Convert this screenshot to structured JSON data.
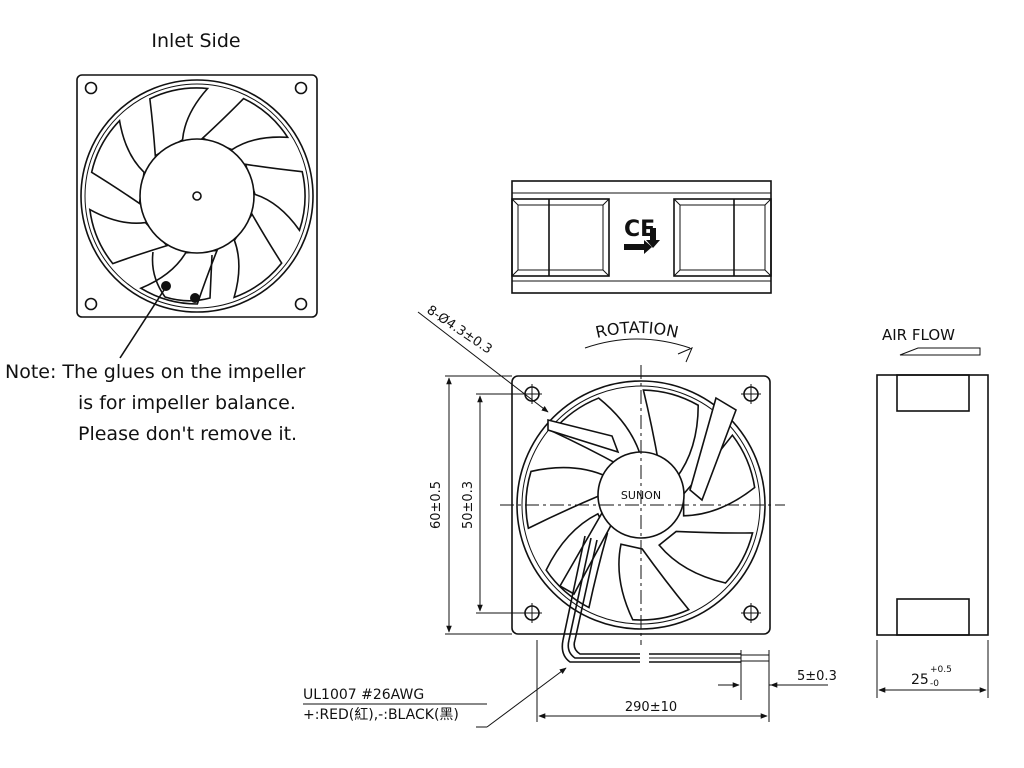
{
  "inlet_view": {
    "title": "Inlet Side",
    "note_lines": [
      "Note: The glues on the impeller",
      "is for impeller balance.",
      "Please don't remove it."
    ]
  },
  "front_view": {
    "hole_spec": "8-Ø4.3±0.3",
    "rotation_label": "ROTATION",
    "brand": "SUNON",
    "dim_outer": "60±0.5",
    "dim_hole_pitch": "50±0.3",
    "wire_spec_line1": "UL1007  #26AWG",
    "wire_spec_line2": "+:RED(紅),-:BLACK(黑)",
    "dim_strip": "5±0.3",
    "dim_lead": "290±10"
  },
  "side_view": {
    "airflow_label": "AIR FLOW",
    "dim_depth": "25",
    "dim_depth_tol_plus": "+0.5",
    "dim_depth_tol_minus": "-0"
  },
  "top_view": {
    "mark": "CE"
  },
  "colors": {
    "line": "#111111",
    "background": "#ffffff"
  }
}
